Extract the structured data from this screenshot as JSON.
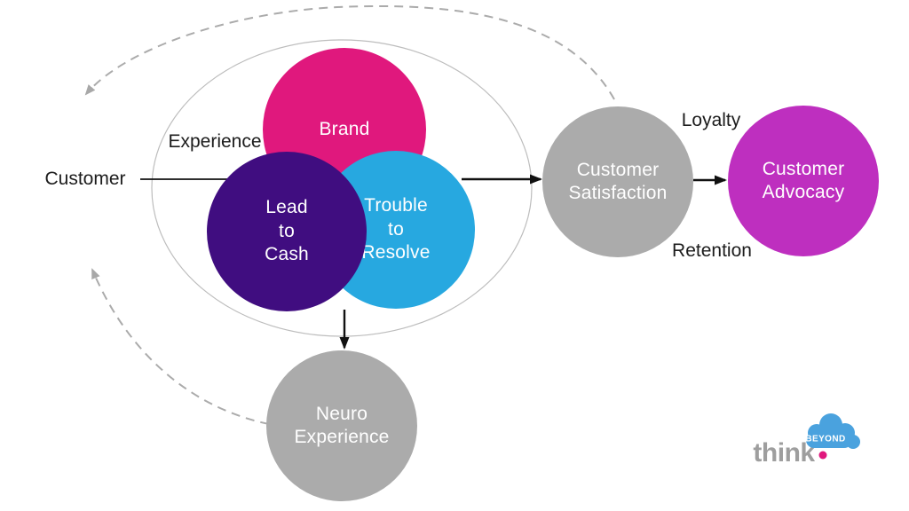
{
  "diagram": {
    "nodes": {
      "brand": {
        "label": "Brand"
      },
      "lead_to_cash": {
        "label": "Lead\nto\nCash"
      },
      "trouble_to_resolve": {
        "label": "Trouble\nto\nResolve"
      },
      "customer_satisfaction": {
        "label": "Customer\nSatisfaction"
      },
      "customer_advocacy": {
        "label": "Customer\nAdvocacy"
      },
      "neuro_experience": {
        "label": "Neuro\nExperience"
      }
    },
    "labels": {
      "customer": "Customer",
      "experience": "Experience",
      "loyalty": "Loyalty",
      "retention": "Retention"
    }
  },
  "logo": {
    "think": "think",
    "beyond": "BEYOND"
  },
  "colors": {
    "brand_pink": "#E0187D",
    "purple": "#400D80",
    "cyan": "#27A8E0",
    "gray_node": "#ABABAB",
    "advocacy_magenta": "#BE2FBF",
    "text_dark": "#1C1C1C",
    "arrow_black": "#111111",
    "dashed_gray": "#ABABAB",
    "ellipse_stroke": "#BDBDBD",
    "logo_gray": "#9E9E9E",
    "logo_blue": "#4AA2DE",
    "logo_dot_pink": "#E0187D"
  }
}
